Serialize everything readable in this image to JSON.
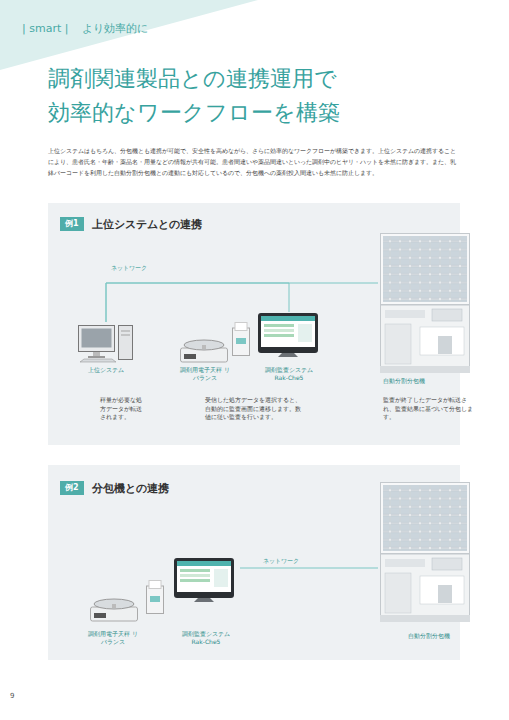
{
  "diagram": {
    "title": "調剤関連製品との連携運用で 効率的なワークフローを構築",
    "nodes": [
      {
        "text": [
          "例1",
          "上位システムとの連携"
        ]
      },
      {
        "text": [
          "上位システム",
          "秤量が必要な処方データが転送されます。"
        ],
        "in": 0
      },
      {
        "text": [
          "調剤用電子天秤 リバランス"
        ],
        "in": 0
      },
      {
        "text": [
          "調剤監査システム Rak-Che5",
          "受信した処方データを選択すると、自動的に監査画面に遷移します。数値に従い監査を行います。"
        ],
        "in": 0
      },
      {
        "text": [
          "自動分割分包機",
          "監査が終了したデータが転送され、監査結果に基づいて分包します。"
        ],
        "in": 0
      },
      {
        "text": [
          "例2",
          "分包機との連携"
        ]
      },
      {
        "text": [
          "調剤用電子天秤 リバランス"
        ],
        "in": 5
      },
      {
        "text": [
          "調剤監査システム Rak-Che5"
        ],
        "in": 5
      },
      {
        "text": [
          "自動分割分包機"
        ],
        "in": 5
      }
    ],
    "edges": [
      {
        "from": 1,
        "to": 3,
        "arrow": "none"
      },
      {
        "from": 1,
        "to": 4,
        "label": "ネットワーク",
        "arrow": "none"
      },
      {
        "from": 7,
        "to": 8,
        "label": "ネットワーク",
        "arrow": "none"
      }
    ],
    "labels": [
      "| smart |",
      "より効率的に",
      "上位システムはもちろん、分包機とも連携が可能で、安全性を高めながら、さらに効率的なワークフローが構築できます。上位システムの連携することにより、患者氏名・年齢・薬品名・用量などの情報が共有可能。患者間違いや薬品間違いといった調剤中のヒヤリ・ハットを未然に防ぎます。また、乳鉢バーコードを利用した自動分割分包機との連動にも対応しているので、分包機への薬剤投入間違いも未然に防止します。",
      "9"
    ]
  }
}
